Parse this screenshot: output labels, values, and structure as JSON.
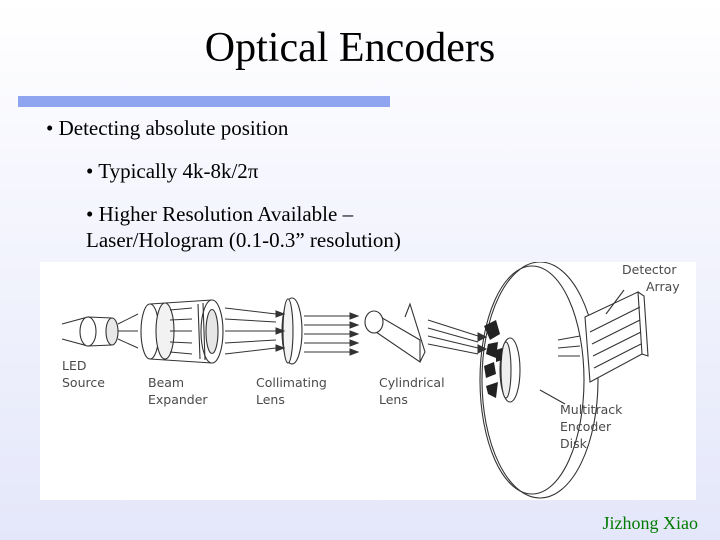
{
  "slide": {
    "title": "Optical Encoders",
    "bullets": [
      "• Detecting absolute position",
      "• Typically 4k-8k/2π",
      "• Higher Resolution Available –",
      "Laser/Hologram (0.1-0.3” resolution)"
    ],
    "diagram": {
      "labels": {
        "led_1": "LED",
        "led_2": "Source",
        "beam_1": "Beam",
        "beam_2": "Expander",
        "coll_1": "Collimating",
        "coll_2": "Lens",
        "cyl_1": "Cylindrical",
        "cyl_2": "Lens",
        "det_1": "Detector",
        "det_2": "Array",
        "disk_1": "Multitrack",
        "disk_2": "Encoder",
        "disk_3": "Disk"
      }
    },
    "footer": "Jizhong Xiao",
    "accent_colors": {
      "title_bar": "#8fa5f0",
      "footer_text": "#007a00"
    }
  }
}
